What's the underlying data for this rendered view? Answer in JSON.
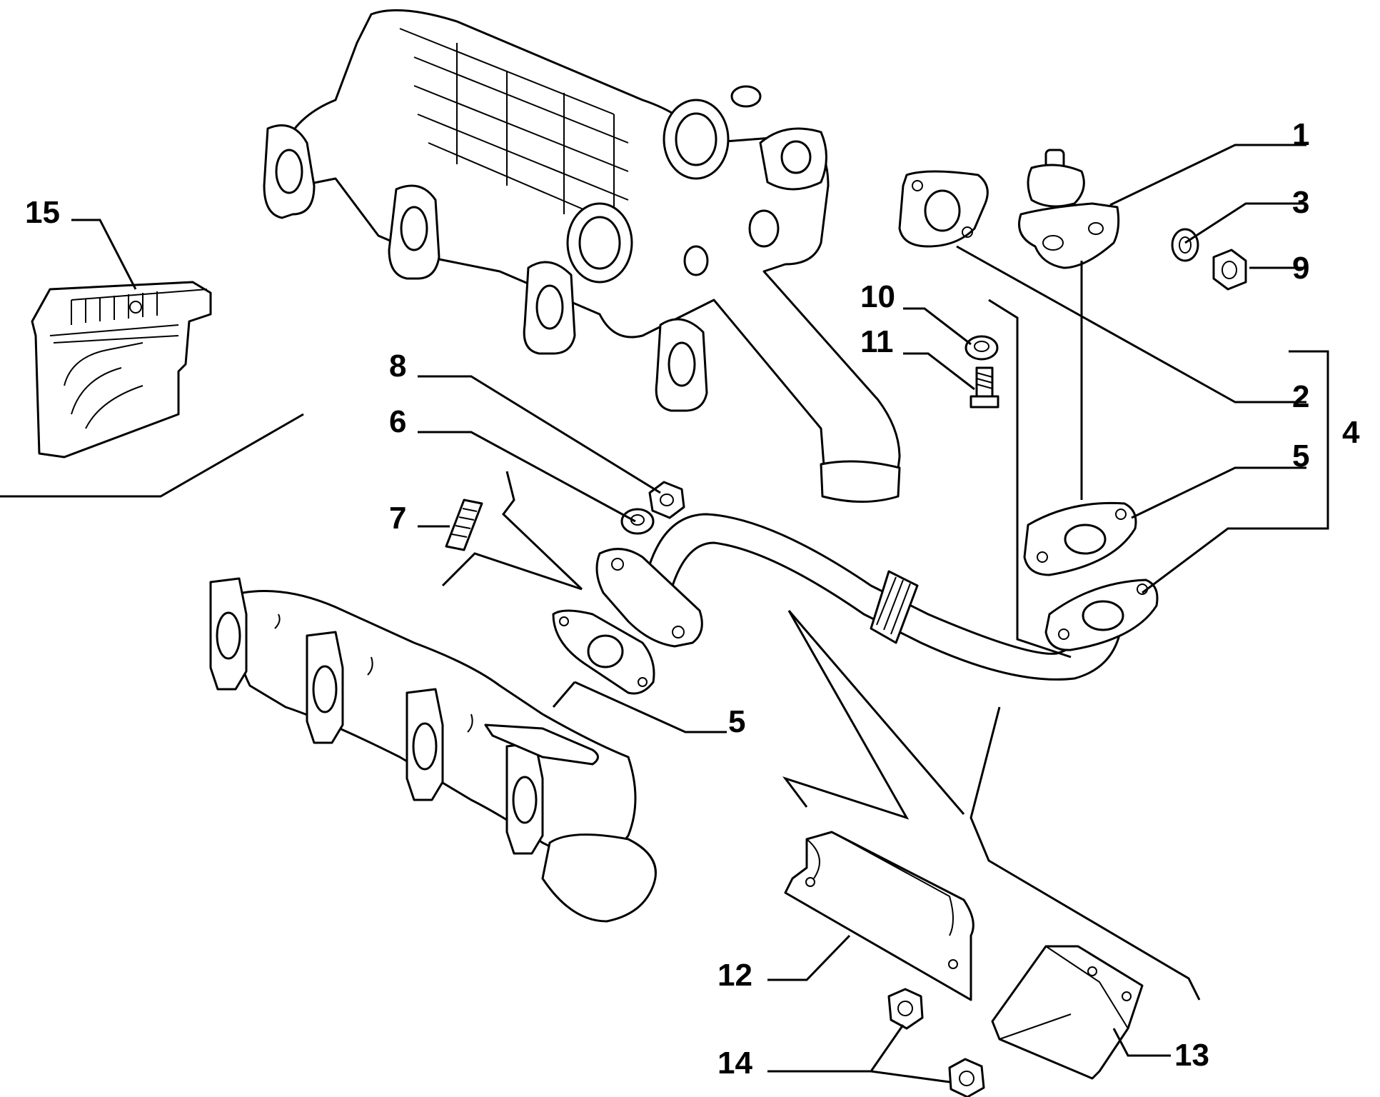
{
  "callouts": [
    {
      "id": "1",
      "label": "1"
    },
    {
      "id": "2",
      "label": "2"
    },
    {
      "id": "3",
      "label": "3"
    },
    {
      "id": "4",
      "label": "4"
    },
    {
      "id": "5a",
      "label": "5"
    },
    {
      "id": "5b",
      "label": "5"
    },
    {
      "id": "6",
      "label": "6"
    },
    {
      "id": "7",
      "label": "7"
    },
    {
      "id": "8",
      "label": "8"
    },
    {
      "id": "9",
      "label": "9"
    },
    {
      "id": "10",
      "label": "10"
    },
    {
      "id": "11",
      "label": "11"
    },
    {
      "id": "12",
      "label": "12"
    },
    {
      "id": "13",
      "label": "13"
    },
    {
      "id": "14",
      "label": "14"
    },
    {
      "id": "15",
      "label": "15"
    }
  ]
}
